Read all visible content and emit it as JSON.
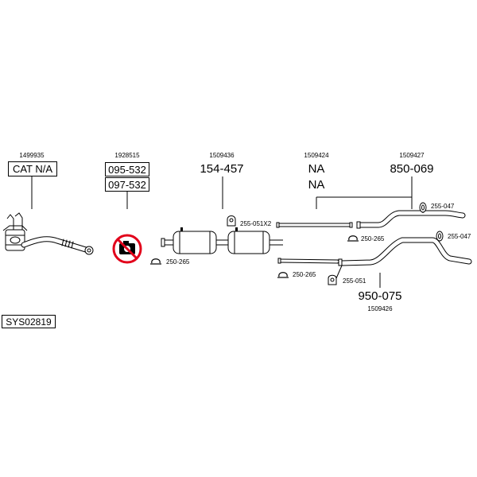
{
  "colors": {
    "line": "#000000",
    "prohibited": "#e2001a",
    "background": "#ffffff"
  },
  "catalyst": {
    "ref": "1499935",
    "part": "CAT N/A"
  },
  "flex_pipe": {
    "ref": "1928515",
    "part_1": "095-532",
    "part_2": "097-532",
    "image_icon": "no-photo-icon"
  },
  "center_muffler": {
    "ref": "1509436",
    "part": "154-457",
    "hanger": "255-051X2",
    "clamp": "250-265"
  },
  "intermediate_pipe": {
    "ref": "1509424",
    "part_1": "NA",
    "part_2": "NA"
  },
  "rear_pipe_upper": {
    "ref": "1509427",
    "part": "850-069",
    "hanger": "255-047",
    "clamp": "250-265"
  },
  "rear_pipe_lower": {
    "ref": "1509426",
    "part": "950-075",
    "hanger": "255-047",
    "clamp": "250-265",
    "hanger_2": "255-051"
  },
  "system_code": "SYS02819"
}
